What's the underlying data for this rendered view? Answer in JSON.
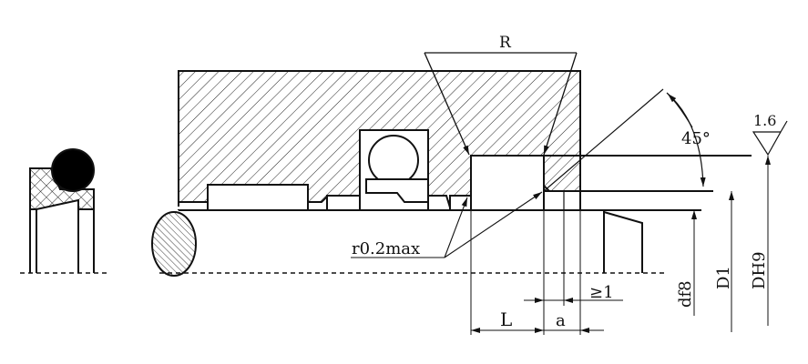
{
  "labels": {
    "radius_callout": "R",
    "angle": "45°",
    "roughness": "1.6",
    "fillet": "r0.2max",
    "length": "L",
    "chamfer_length": "a",
    "min_gap": "≥1",
    "shaft_diameter": "df8",
    "bore_lead_diameter": "D1",
    "bore_diameter": "DH9"
  },
  "colors": {
    "line": "#111111",
    "background": "#ffffff"
  }
}
